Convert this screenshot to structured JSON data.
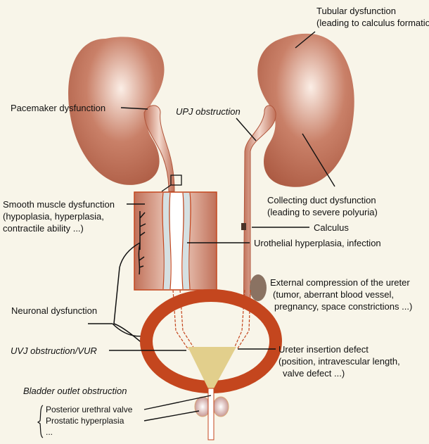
{
  "labels": {
    "tubular": [
      "Tubular dysfunction",
      "(leading to calculus formation)"
    ],
    "pacemaker": "Pacemaker dysfunction",
    "upj": "UPJ obstruction",
    "smooth_muscle": [
      "Smooth muscle dysfunction",
      "(hypoplasia, hyperplasia,",
      "contractile ability ...)"
    ],
    "collecting_duct": [
      "Collecting duct dysfunction",
      "(leading to severe polyuria)"
    ],
    "calculus": "Calculus",
    "urothelial": "Urothelial hyperplasia, infection",
    "external_compression": [
      "External compression of the ureter",
      "(tumor, aberrant blood vessel,",
      "pregnancy, space constrictions ...)"
    ],
    "neuronal": "Neuronal dysfunction",
    "uvj": "UVJ obstruction/VUR",
    "insertion": [
      "Ureter insertion defect",
      "(position, intravescular length,",
      "valve defect ...)"
    ],
    "outlet": "Bladder outlet obstruction",
    "outlet_causes": [
      "Posterior urethral valve",
      "Prostatic hyperplasia",
      "..."
    ]
  },
  "colors": {
    "background": "#f8f5e9",
    "kidney": "#b5634a",
    "bladder_wall": "#c4461e",
    "trigone": "#e2cf8c",
    "compression": "#8a7262"
  }
}
